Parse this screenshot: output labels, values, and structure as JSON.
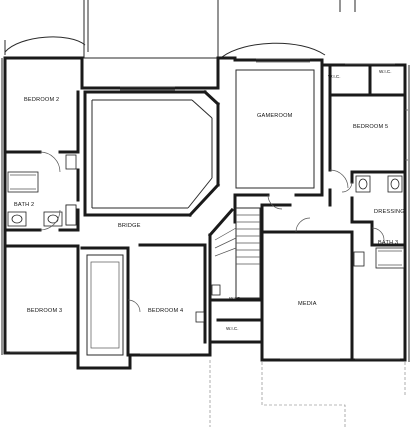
{
  "rooms": {
    "bedroom2": "BEDROOM 2",
    "gameroom": "GAMEROOM",
    "bedroom5": "BEDROOM 5",
    "wic_top_left": "W.I.C.",
    "wic_top_right": "W.I.C.",
    "bath2": "BATH 2",
    "bridge": "BRIDGE",
    "dressing": "DRESSING",
    "bath3": "BATH 3",
    "wic_center": "W.I.C.",
    "media": "MEDIA",
    "bedroom3": "BEDROOM 3",
    "bedroom4": "BEDROOM 4",
    "wic_lower": "W.I.C."
  }
}
